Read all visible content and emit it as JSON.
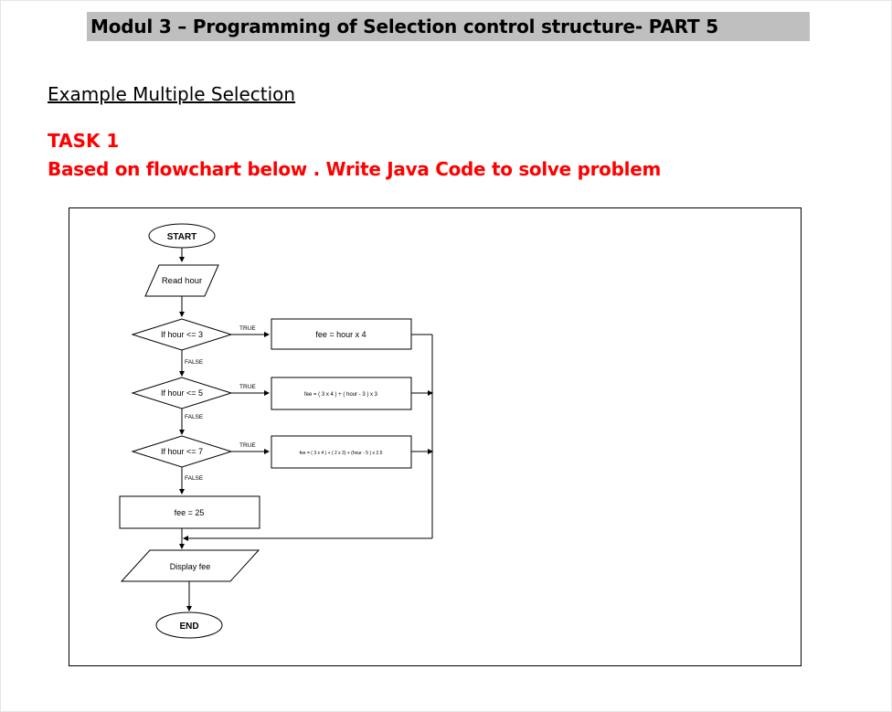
{
  "header": {
    "title": "Modul 3 – Programming of Selection control structure- PART 5"
  },
  "section": {
    "title": "Example Multiple Selection"
  },
  "task": {
    "label": "TASK 1",
    "instruction": "Based on flowchart below . Write Java Code to solve problem"
  },
  "colors": {
    "header_bg": "#bfbfbf",
    "task_red": "#ff0000"
  },
  "flowchart": {
    "start": "START",
    "input": "Read hour",
    "decisions": [
      {
        "condition": "If hour <= 3",
        "true_label": "TRUE",
        "false_label": "FALSE",
        "process": "fee = hour x 4"
      },
      {
        "condition": "If hour <= 5",
        "true_label": "TRUE",
        "false_label": "FALSE",
        "process": "fee = ( 3 x 4 ) + ( hour - 3 ) x 3"
      },
      {
        "condition": "If hour <= 7",
        "true_label": "TRUE",
        "false_label": "FALSE",
        "process": "fee = ( 3 x 4 ) + ( 2 x 3) + (hour - 5 ) x 2.5"
      }
    ],
    "default_process": "fee = 25",
    "output": "Display fee",
    "end": "END"
  }
}
